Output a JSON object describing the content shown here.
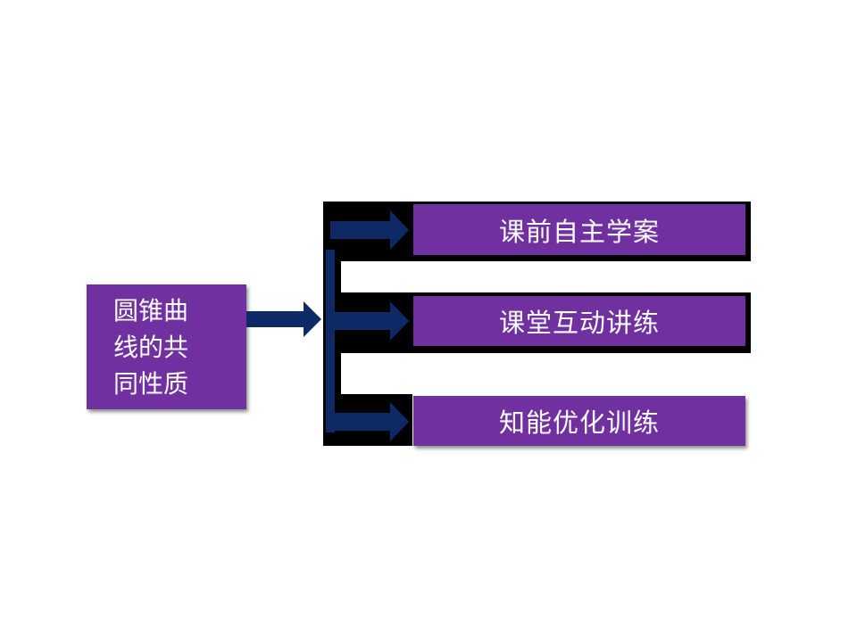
{
  "root": {
    "label": "圆锥曲线的共同性质"
  },
  "items": [
    {
      "label": "课前自主学案"
    },
    {
      "label": "课堂互动讲练"
    },
    {
      "label": "知能优化训练"
    }
  ],
  "colors": {
    "box_fill": "#7030a0",
    "arrow_fill": "#0d2a66",
    "frame": "#000000",
    "text": "#ffffff"
  }
}
